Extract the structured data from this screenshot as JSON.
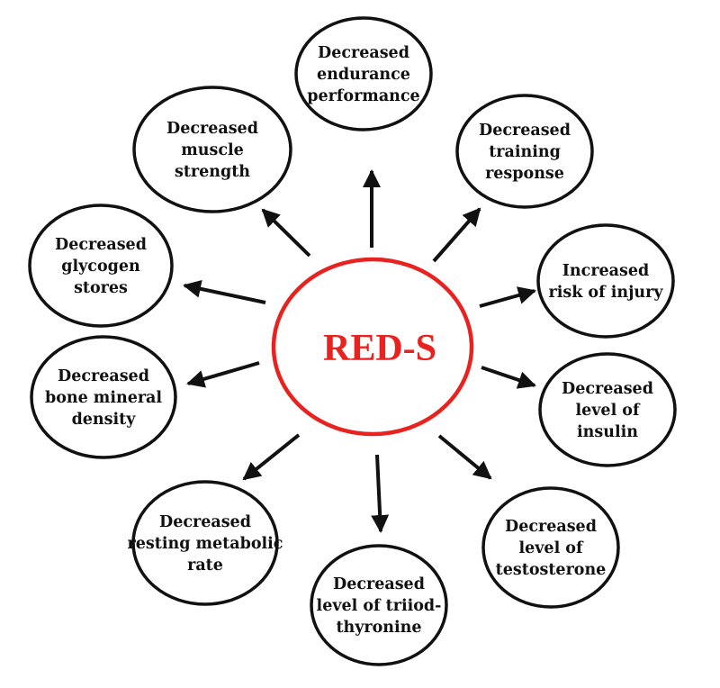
{
  "center": {
    "label": "RED-S",
    "color": "#e8231f"
  },
  "outcomes": [
    {
      "id": "endurance",
      "lines": [
        "Decreased",
        "endurance",
        "performance"
      ]
    },
    {
      "id": "training",
      "lines": [
        "Decreased",
        "training",
        "response"
      ]
    },
    {
      "id": "injury",
      "lines": [
        "Increased",
        "risk of injury"
      ]
    },
    {
      "id": "insulin",
      "lines": [
        "Decreased",
        "level of",
        "insulin"
      ]
    },
    {
      "id": "testosterone",
      "lines": [
        "Decreased",
        "level of",
        "testosterone"
      ]
    },
    {
      "id": "triiodothyronine",
      "lines": [
        "Decreased",
        "level of triiod-",
        "thyronine"
      ]
    },
    {
      "id": "metabolic-rate",
      "lines": [
        "Decreased",
        "resting metabolic",
        "rate"
      ]
    },
    {
      "id": "bone-density",
      "lines": [
        "Decreased",
        "bone mineral",
        "density"
      ]
    },
    {
      "id": "glycogen",
      "lines": [
        "Decreased",
        "glycogen",
        "stores"
      ]
    },
    {
      "id": "muscle-strength",
      "lines": [
        "Decreased",
        "muscle",
        "strength"
      ]
    }
  ]
}
